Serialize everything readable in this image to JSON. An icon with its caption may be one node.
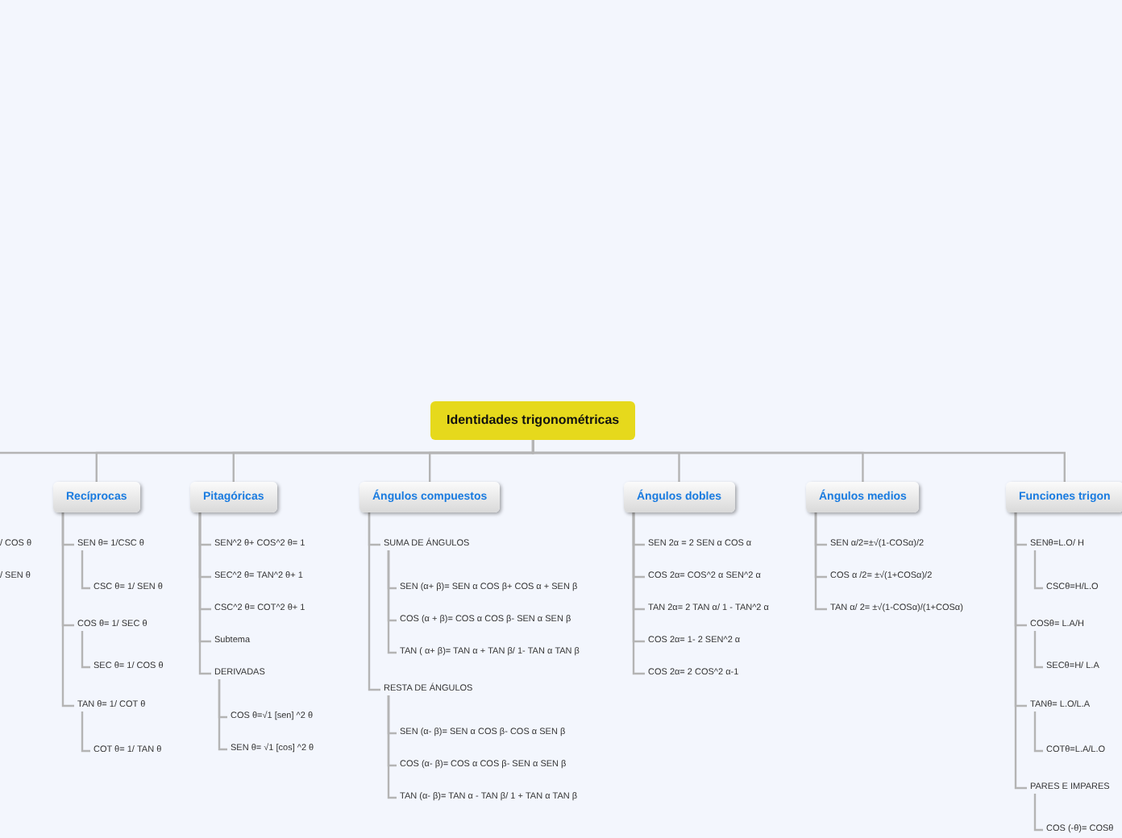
{
  "diagram": {
    "nodes": [
      {
        "text": [
          "Identidades trigonométricas"
        ]
      },
      {
        "text": [
          "Recíprocas"
        ]
      },
      {
        "text": [
          "SEN θ= 1/CSC θ"
        ]
      },
      {
        "text": [
          "CSC θ= 1/ SEN θ"
        ]
      },
      {
        "text": [
          "COS θ= 1/ SEC θ"
        ]
      },
      {
        "text": [
          "SEC θ= 1/ COS θ"
        ]
      },
      {
        "text": [
          "TAN θ= 1/ COT θ"
        ]
      },
      {
        "text": [
          "COT θ= 1/ TAN θ"
        ]
      },
      {
        "text": [
          "Pitagóricas"
        ]
      },
      {
        "text": [
          "SEN^2 θ+ COS^2 θ= 1"
        ]
      },
      {
        "text": [
          "SEC^2 θ= TAN^2 θ+ 1"
        ]
      },
      {
        "text": [
          "CSC^2 θ= COT^2 θ+ 1"
        ]
      },
      {
        "text": [
          "Subtema"
        ]
      },
      {
        "text": [
          "DERIVADAS"
        ]
      },
      {
        "text": [
          "COS θ=√1 [sen] ^2 θ"
        ]
      },
      {
        "text": [
          "SEN θ= √1 [cos] ^2 θ"
        ]
      },
      {
        "text": [
          "Ángulos compuestos"
        ]
      },
      {
        "text": [
          "SUMA DE ÁNGULOS"
        ]
      },
      {
        "text": [
          "SEN (α+ β)= SEN α COS β+ COS α + SEN β"
        ]
      },
      {
        "text": [
          "COS (α + β)= COS α COS β- SEN α SEN β"
        ]
      },
      {
        "text": [
          "TAN ( α+ β)= TAN α + TAN β/ 1- TAN α TAN β"
        ]
      },
      {
        "text": [
          "RESTA DE ÁNGULOS"
        ]
      },
      {
        "text": [
          "SEN (α- β)= SEN α COS β- COS α SEN β"
        ]
      },
      {
        "text": [
          "COS (α- β)= COS α COS β- SEN α SEN β"
        ]
      },
      {
        "text": [
          "TAN (α- β)= TAN α - TAN β/ 1 + TAN α TAN β"
        ]
      },
      {
        "text": [
          "Ángulos dobles"
        ]
      },
      {
        "text": [
          "SEN 2α = 2 SEN α COS α"
        ]
      },
      {
        "text": [
          "COS 2α= COS^2 α SEN^2 α"
        ]
      },
      {
        "text": [
          "TAN 2α= 2 TAN α/ 1 - TAN^2 α"
        ]
      },
      {
        "text": [
          "COS 2α= 1- 2 SEN^2 α"
        ]
      },
      {
        "text": [
          "COS 2α= 2 COS^2 α-1"
        ]
      },
      {
        "text": [
          "Ángulos medios"
        ]
      },
      {
        "text": [
          "SEN α/2=±√(1-COSα)/2"
        ]
      },
      {
        "text": [
          "COS α /2= ±√(1+COSα)/2"
        ]
      },
      {
        "text": [
          "TAN α/ 2= ±√(1-COSα)/(1+COSα)"
        ]
      },
      {
        "text": [
          "Funciones trigon"
        ]
      },
      {
        "text": [
          "SENθ=L.O/ H"
        ]
      },
      {
        "text": [
          "CSCθ=H/L.O"
        ]
      },
      {
        "text": [
          "COSθ= L.A/H"
        ]
      },
      {
        "text": [
          "SECθ=H/ L.A"
        ]
      },
      {
        "text": [
          "TANθ= L.O/L.A"
        ]
      },
      {
        "text": [
          "COTθ=L.A/L.O"
        ]
      },
      {
        "text": [
          "PARES E IMPARES"
        ]
      },
      {
        "text": [
          "COS (-θ)= COSθ"
        ]
      }
    ],
    "edges": [
      {
        "from": 0,
        "to": null,
        "arrow": "none"
      },
      {
        "from": 0,
        "to": 1,
        "arrow": "none"
      },
      {
        "from": 1,
        "to": 2,
        "arrow": "none"
      },
      {
        "from": 2,
        "to": 3,
        "arrow": "none"
      },
      {
        "from": 1,
        "to": 4,
        "arrow": "none"
      },
      {
        "from": 4,
        "to": 5,
        "arrow": "none"
      },
      {
        "from": 1,
        "to": 6,
        "arrow": "none"
      },
      {
        "from": 6,
        "to": 7,
        "arrow": "none"
      },
      {
        "from": 0,
        "to": 8,
        "arrow": "none"
      },
      {
        "from": 8,
        "to": 9,
        "arrow": "none"
      },
      {
        "from": 8,
        "to": 10,
        "arrow": "none"
      },
      {
        "from": 8,
        "to": 11,
        "arrow": "none"
      },
      {
        "from": 8,
        "to": 12,
        "arrow": "none"
      },
      {
        "from": 8,
        "to": 13,
        "arrow": "none"
      },
      {
        "from": 13,
        "to": 14,
        "arrow": "none"
      },
      {
        "from": 13,
        "to": 15,
        "arrow": "none"
      },
      {
        "from": 0,
        "to": 16,
        "arrow": "none"
      },
      {
        "from": 16,
        "to": 17,
        "arrow": "none"
      },
      {
        "from": 17,
        "to": 18,
        "arrow": "none"
      },
      {
        "from": 17,
        "to": 19,
        "arrow": "none"
      },
      {
        "from": 17,
        "to": 20,
        "arrow": "none"
      },
      {
        "from": 16,
        "to": 21,
        "arrow": "none"
      },
      {
        "from": 21,
        "to": 22,
        "arrow": "none"
      },
      {
        "from": 21,
        "to": 23,
        "arrow": "none"
      },
      {
        "from": 21,
        "to": 24,
        "arrow": "none"
      },
      {
        "from": 0,
        "to": 25,
        "arrow": "none"
      },
      {
        "from": 25,
        "to": 26,
        "arrow": "none"
      },
      {
        "from": 25,
        "to": 27,
        "arrow": "none"
      },
      {
        "from": 25,
        "to": 28,
        "arrow": "none"
      },
      {
        "from": 25,
        "to": 29,
        "arrow": "none"
      },
      {
        "from": 25,
        "to": 30,
        "arrow": "none"
      },
      {
        "from": 0,
        "to": 31,
        "arrow": "none"
      },
      {
        "from": 31,
        "to": 32,
        "arrow": "none"
      },
      {
        "from": 31,
        "to": 33,
        "arrow": "none"
      },
      {
        "from": 31,
        "to": 34,
        "arrow": "none"
      },
      {
        "from": 0,
        "to": 35,
        "arrow": "none"
      },
      {
        "from": 35,
        "to": 36,
        "arrow": "none"
      },
      {
        "from": 36,
        "to": 37,
        "arrow": "none"
      },
      {
        "from": 35,
        "to": 38,
        "arrow": "none"
      },
      {
        "from": 38,
        "to": 39,
        "arrow": "none"
      },
      {
        "from": 35,
        "to": 40,
        "arrow": "none"
      },
      {
        "from": 40,
        "to": 41,
        "arrow": "none"
      },
      {
        "from": 35,
        "to": 42,
        "arrow": "none"
      },
      {
        "from": 42,
        "to": 43,
        "arrow": "none"
      }
    ],
    "labels": [
      "/ COS θ",
      "/ SEN θ"
    ]
  }
}
